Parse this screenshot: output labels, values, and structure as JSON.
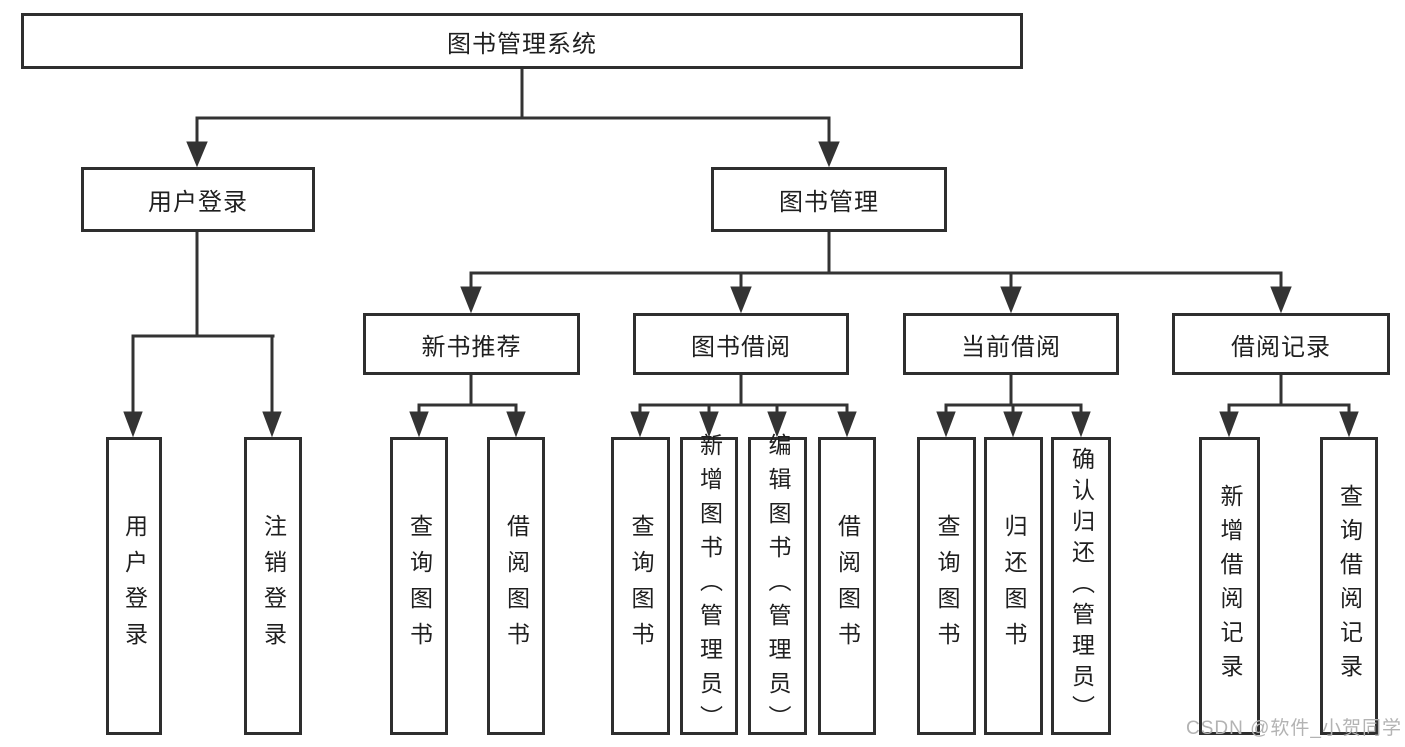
{
  "diagram": {
    "root": {
      "label": "图书管理系统"
    },
    "branches": [
      {
        "label": "用户登录",
        "children": [
          {
            "label": "用户登录"
          },
          {
            "label": "注销登录"
          }
        ]
      },
      {
        "label": "图书管理",
        "children": [
          {
            "label": "新书推荐",
            "children": [
              {
                "label": "查询图书"
              },
              {
                "label": "借阅图书"
              }
            ]
          },
          {
            "label": "图书借阅",
            "children": [
              {
                "label": "查询图书"
              },
              {
                "label": "新增图书（管理员）"
              },
              {
                "label": "编辑图书（管理员）"
              },
              {
                "label": "借阅图书"
              }
            ]
          },
          {
            "label": "当前借阅",
            "children": [
              {
                "label": "查询图书"
              },
              {
                "label": "归还图书"
              },
              {
                "label": "确认归还（管理员）"
              }
            ]
          },
          {
            "label": "借阅记录",
            "children": [
              {
                "label": "新增借阅记录"
              },
              {
                "label": "查询借阅记录"
              }
            ]
          }
        ]
      }
    ]
  },
  "watermark": {
    "text": "CSDN @软件_小贺同学"
  },
  "colors": {
    "line": "#333333",
    "box_border": "#2e2e2e",
    "text": "#1f1f1f",
    "watermark": "#b3b3b3",
    "background": "#ffffff"
  }
}
